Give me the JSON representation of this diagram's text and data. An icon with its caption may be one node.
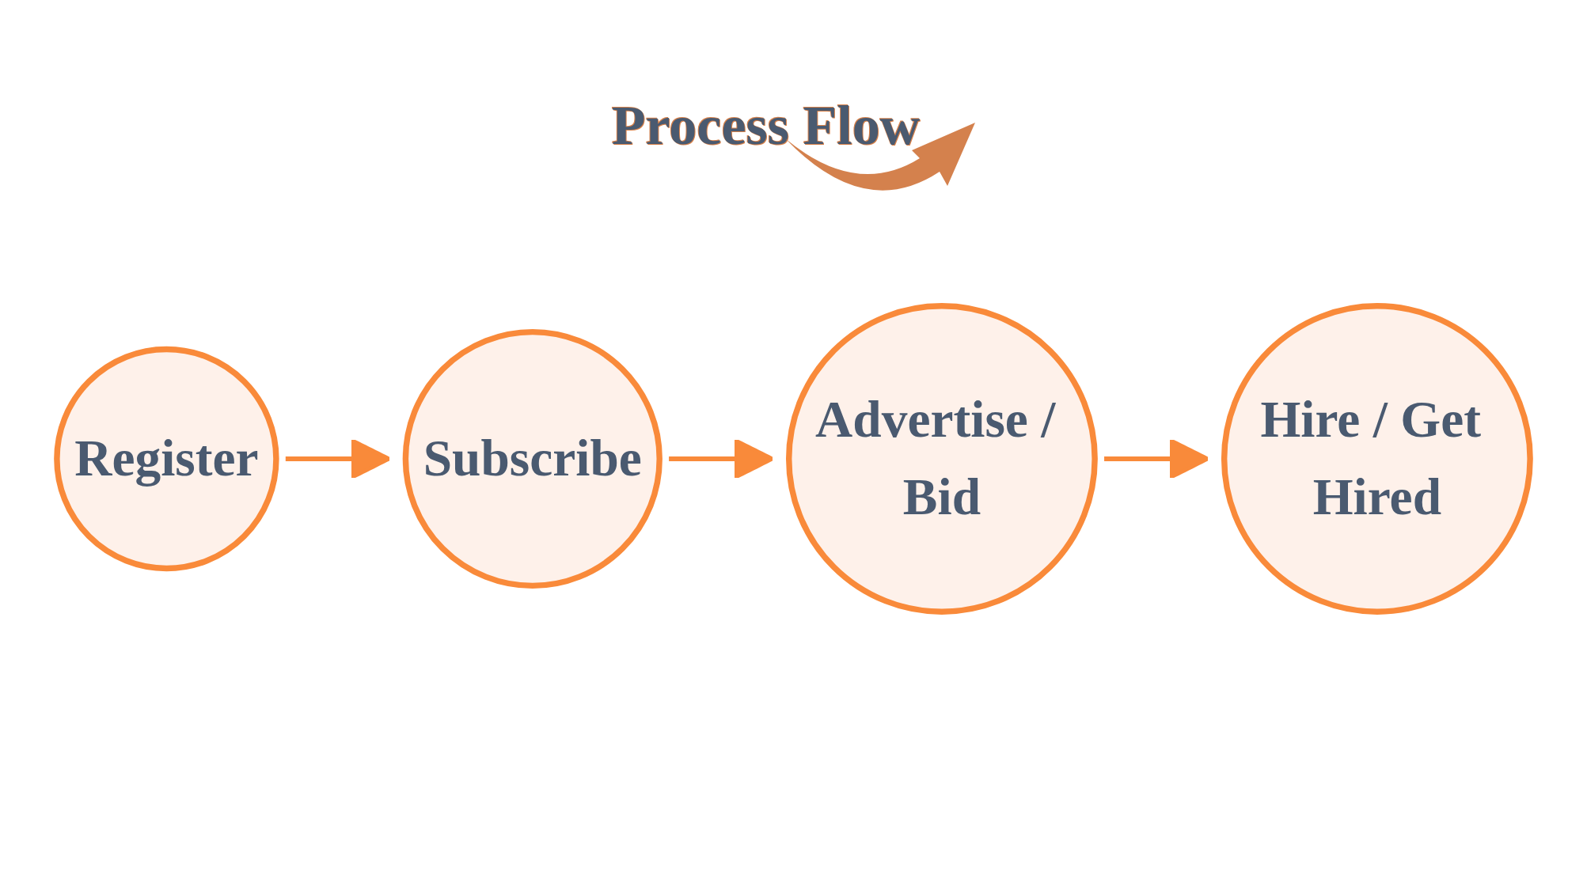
{
  "diagram": {
    "title": "Process Flow",
    "nodes": [
      {
        "text": [
          "Register"
        ]
      },
      {
        "text": [
          "Subscribe"
        ]
      },
      {
        "text": [
          "Advertise / Bid"
        ]
      },
      {
        "text": [
          "Hire / Get Hired"
        ]
      }
    ],
    "edges": [
      {
        "from": 0,
        "to": 1,
        "arrow": "to"
      },
      {
        "from": 1,
        "to": 2,
        "arrow": "to"
      },
      {
        "from": 2,
        "to": 3,
        "arrow": "to"
      }
    ]
  }
}
